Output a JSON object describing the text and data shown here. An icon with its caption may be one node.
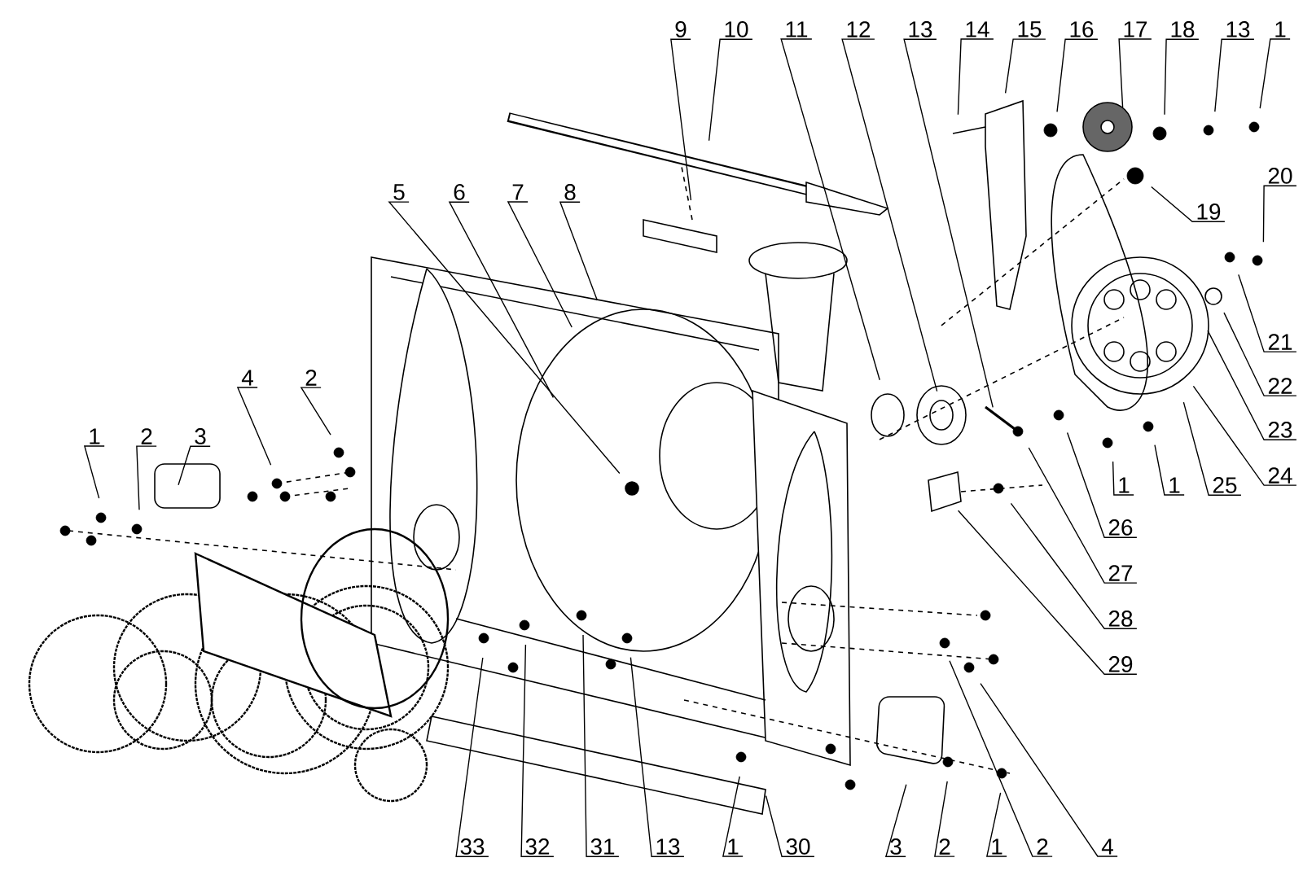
{
  "diagram": {
    "nodes": [
      {
        "text": [
          "9"
        ]
      },
      {
        "text": [
          "10"
        ]
      },
      {
        "text": [
          "11"
        ]
      },
      {
        "text": [
          "12"
        ]
      },
      {
        "text": [
          "13"
        ]
      },
      {
        "text": [
          "14"
        ]
      },
      {
        "text": [
          "15"
        ]
      },
      {
        "text": [
          "16"
        ]
      },
      {
        "text": [
          "17"
        ]
      },
      {
        "text": [
          "18"
        ]
      },
      {
        "text": [
          "13"
        ]
      },
      {
        "text": [
          "1"
        ]
      },
      {
        "text": [
          "5"
        ]
      },
      {
        "text": [
          "6"
        ]
      },
      {
        "text": [
          "7"
        ]
      },
      {
        "text": [
          "8"
        ]
      },
      {
        "text": [
          "19"
        ]
      },
      {
        "text": [
          "20"
        ]
      },
      {
        "text": [
          "21"
        ]
      },
      {
        "text": [
          "4"
        ]
      },
      {
        "text": [
          "2"
        ]
      },
      {
        "text": [
          "22"
        ]
      },
      {
        "text": [
          "1"
        ]
      },
      {
        "text": [
          "2"
        ]
      },
      {
        "text": [
          "3"
        ]
      },
      {
        "text": [
          "23"
        ]
      },
      {
        "text": [
          "24"
        ]
      },
      {
        "text": [
          "1"
        ]
      },
      {
        "text": [
          "1"
        ]
      },
      {
        "text": [
          "25"
        ]
      },
      {
        "text": [
          "26"
        ]
      },
      {
        "text": [
          "27"
        ]
      },
      {
        "text": [
          "28"
        ]
      },
      {
        "text": [
          "29"
        ]
      },
      {
        "text": [
          "33"
        ]
      },
      {
        "text": [
          "32"
        ]
      },
      {
        "text": [
          "31"
        ]
      },
      {
        "text": [
          "13"
        ]
      },
      {
        "text": [
          "1"
        ]
      },
      {
        "text": [
          "30"
        ]
      },
      {
        "text": [
          "3"
        ]
      },
      {
        "text": [
          "2"
        ]
      },
      {
        "text": [
          "1"
        ]
      },
      {
        "text": [
          "2"
        ]
      },
      {
        "text": [
          "4"
        ]
      }
    ],
    "edges": [
      {
        "from": 0,
        "to": null,
        "arrow": "none"
      },
      {
        "from": 1,
        "to": null,
        "arrow": "none"
      },
      {
        "from": 2,
        "to": null,
        "arrow": "none"
      },
      {
        "from": 3,
        "to": null,
        "arrow": "none"
      },
      {
        "from": 4,
        "to": null,
        "arrow": "none"
      },
      {
        "from": 5,
        "to": null,
        "arrow": "none"
      },
      {
        "from": 6,
        "to": null,
        "arrow": "none"
      },
      {
        "from": 7,
        "to": null,
        "arrow": "none"
      },
      {
        "from": 8,
        "to": null,
        "arrow": "none"
      },
      {
        "from": 9,
        "to": null,
        "arrow": "none"
      },
      {
        "from": 10,
        "to": null,
        "arrow": "none"
      },
      {
        "from": 11,
        "to": null,
        "arrow": "none"
      },
      {
        "from": 12,
        "to": null,
        "arrow": "none"
      },
      {
        "from": 13,
        "to": null,
        "arrow": "none"
      },
      {
        "from": 14,
        "to": null,
        "arrow": "none"
      },
      {
        "from": 15,
        "to": null,
        "arrow": "none"
      },
      {
        "from": 16,
        "to": null,
        "arrow": "none"
      },
      {
        "from": 17,
        "to": null,
        "arrow": "none"
      },
      {
        "from": 18,
        "to": null,
        "arrow": "none"
      },
      {
        "from": 19,
        "to": null,
        "arrow": "none"
      },
      {
        "from": 20,
        "to": null,
        "arrow": "none"
      },
      {
        "from": 21,
        "to": null,
        "arrow": "none"
      },
      {
        "from": 22,
        "to": null,
        "arrow": "none"
      },
      {
        "from": 23,
        "to": null,
        "arrow": "none"
      },
      {
        "from": 24,
        "to": null,
        "arrow": "none"
      },
      {
        "from": 25,
        "to": null,
        "arrow": "none"
      },
      {
        "from": 26,
        "to": null,
        "arrow": "none"
      },
      {
        "from": 27,
        "to": null,
        "arrow": "none"
      },
      {
        "from": 28,
        "to": null,
        "arrow": "none"
      },
      {
        "from": 29,
        "to": null,
        "arrow": "none"
      },
      {
        "from": 30,
        "to": null,
        "arrow": "none"
      },
      {
        "from": 31,
        "to": null,
        "arrow": "none"
      },
      {
        "from": 32,
        "to": null,
        "arrow": "none"
      },
      {
        "from": 33,
        "to": null,
        "arrow": "none"
      },
      {
        "from": 34,
        "to": null,
        "arrow": "none"
      },
      {
        "from": 35,
        "to": null,
        "arrow": "none"
      },
      {
        "from": 36,
        "to": null,
        "arrow": "none"
      },
      {
        "from": 37,
        "to": null,
        "arrow": "none"
      },
      {
        "from": 38,
        "to": null,
        "arrow": "none"
      },
      {
        "from": 39,
        "to": null,
        "arrow": "none"
      },
      {
        "from": 40,
        "to": null,
        "arrow": "none"
      },
      {
        "from": 41,
        "to": null,
        "arrow": "none"
      },
      {
        "from": 42,
        "to": null,
        "arrow": "none"
      },
      {
        "from": 43,
        "to": null,
        "arrow": "none"
      },
      {
        "from": 44,
        "to": null,
        "arrow": "none"
      }
    ]
  }
}
